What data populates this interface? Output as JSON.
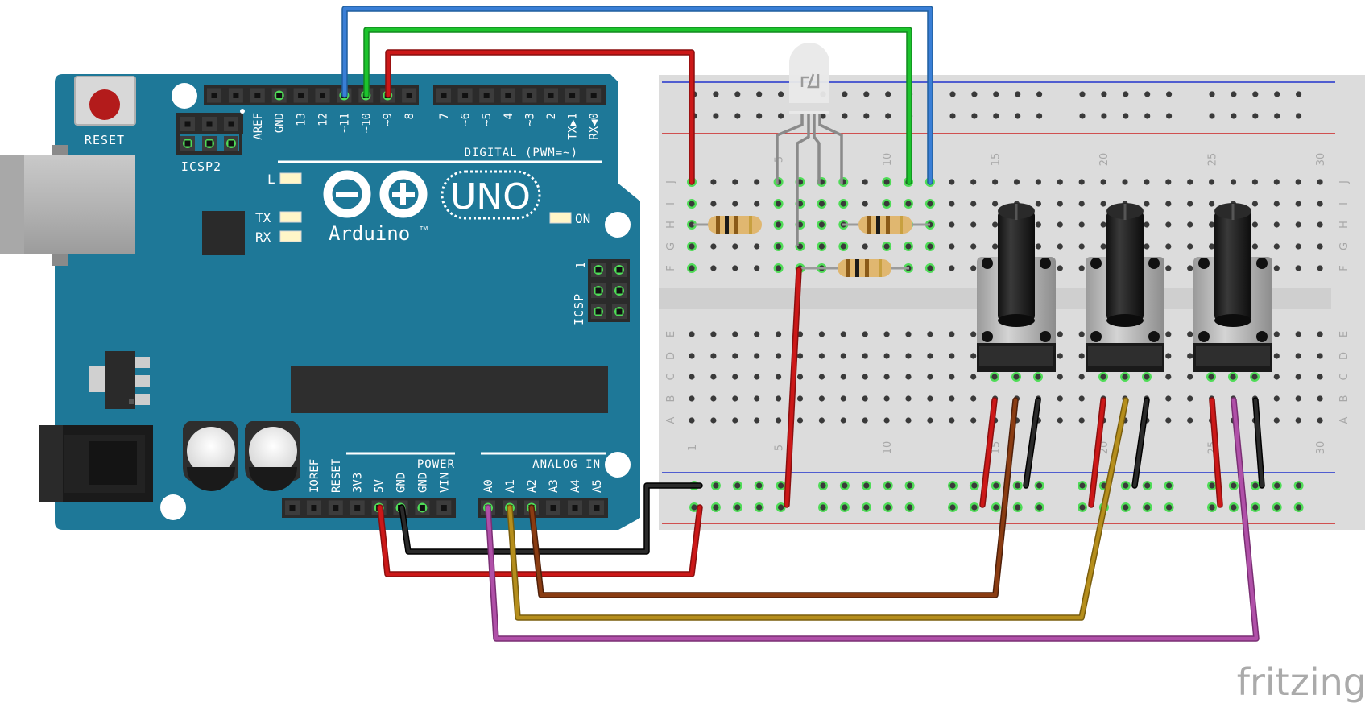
{
  "board": {
    "reset": "RESET",
    "icsp2": "ICSP2",
    "icsp": "ICSP",
    "digital": "DIGITAL (PWM=~)",
    "uno": "UNO",
    "arduino": "Arduino",
    "tm": "TM",
    "led_l": "L",
    "tx": "TX",
    "rx": "RX",
    "on": "ON",
    "power": "POWER",
    "analog_in": "ANALOG IN",
    "icsp_pin1": "1",
    "digital_pins": [
      "AREF",
      "GND",
      "13",
      "12",
      "~11",
      "~10",
      "~9",
      "8",
      "7",
      "~6",
      "~5",
      "4",
      "~3",
      "2",
      "TX▶1",
      "RX◀0"
    ],
    "power_pins": [
      "IOREF",
      "RESET",
      "3V3",
      "5V",
      "GND",
      "GND",
      "VIN"
    ],
    "analog_pins": [
      "A0",
      "A1",
      "A2",
      "A3",
      "A4",
      "A5"
    ]
  },
  "breadboard": {
    "rows_top": [
      "J",
      "I",
      "H",
      "G",
      "F"
    ],
    "rows_bottom": [
      "E",
      "D",
      "C",
      "B",
      "A"
    ],
    "col_numbers": [
      "1",
      "5",
      "10",
      "15",
      "20",
      "25",
      "30"
    ]
  },
  "watermark": "fritzing",
  "colors": {
    "board": "#1e7898",
    "wire_red": "#cc1818",
    "wire_green": "#1cc42c",
    "wire_blue": "#3a7fd6",
    "wire_black": "#1a1a1a",
    "wire_brown": "#8a3c12",
    "wire_gold": "#b58e1c",
    "wire_purple": "#b050a8"
  }
}
